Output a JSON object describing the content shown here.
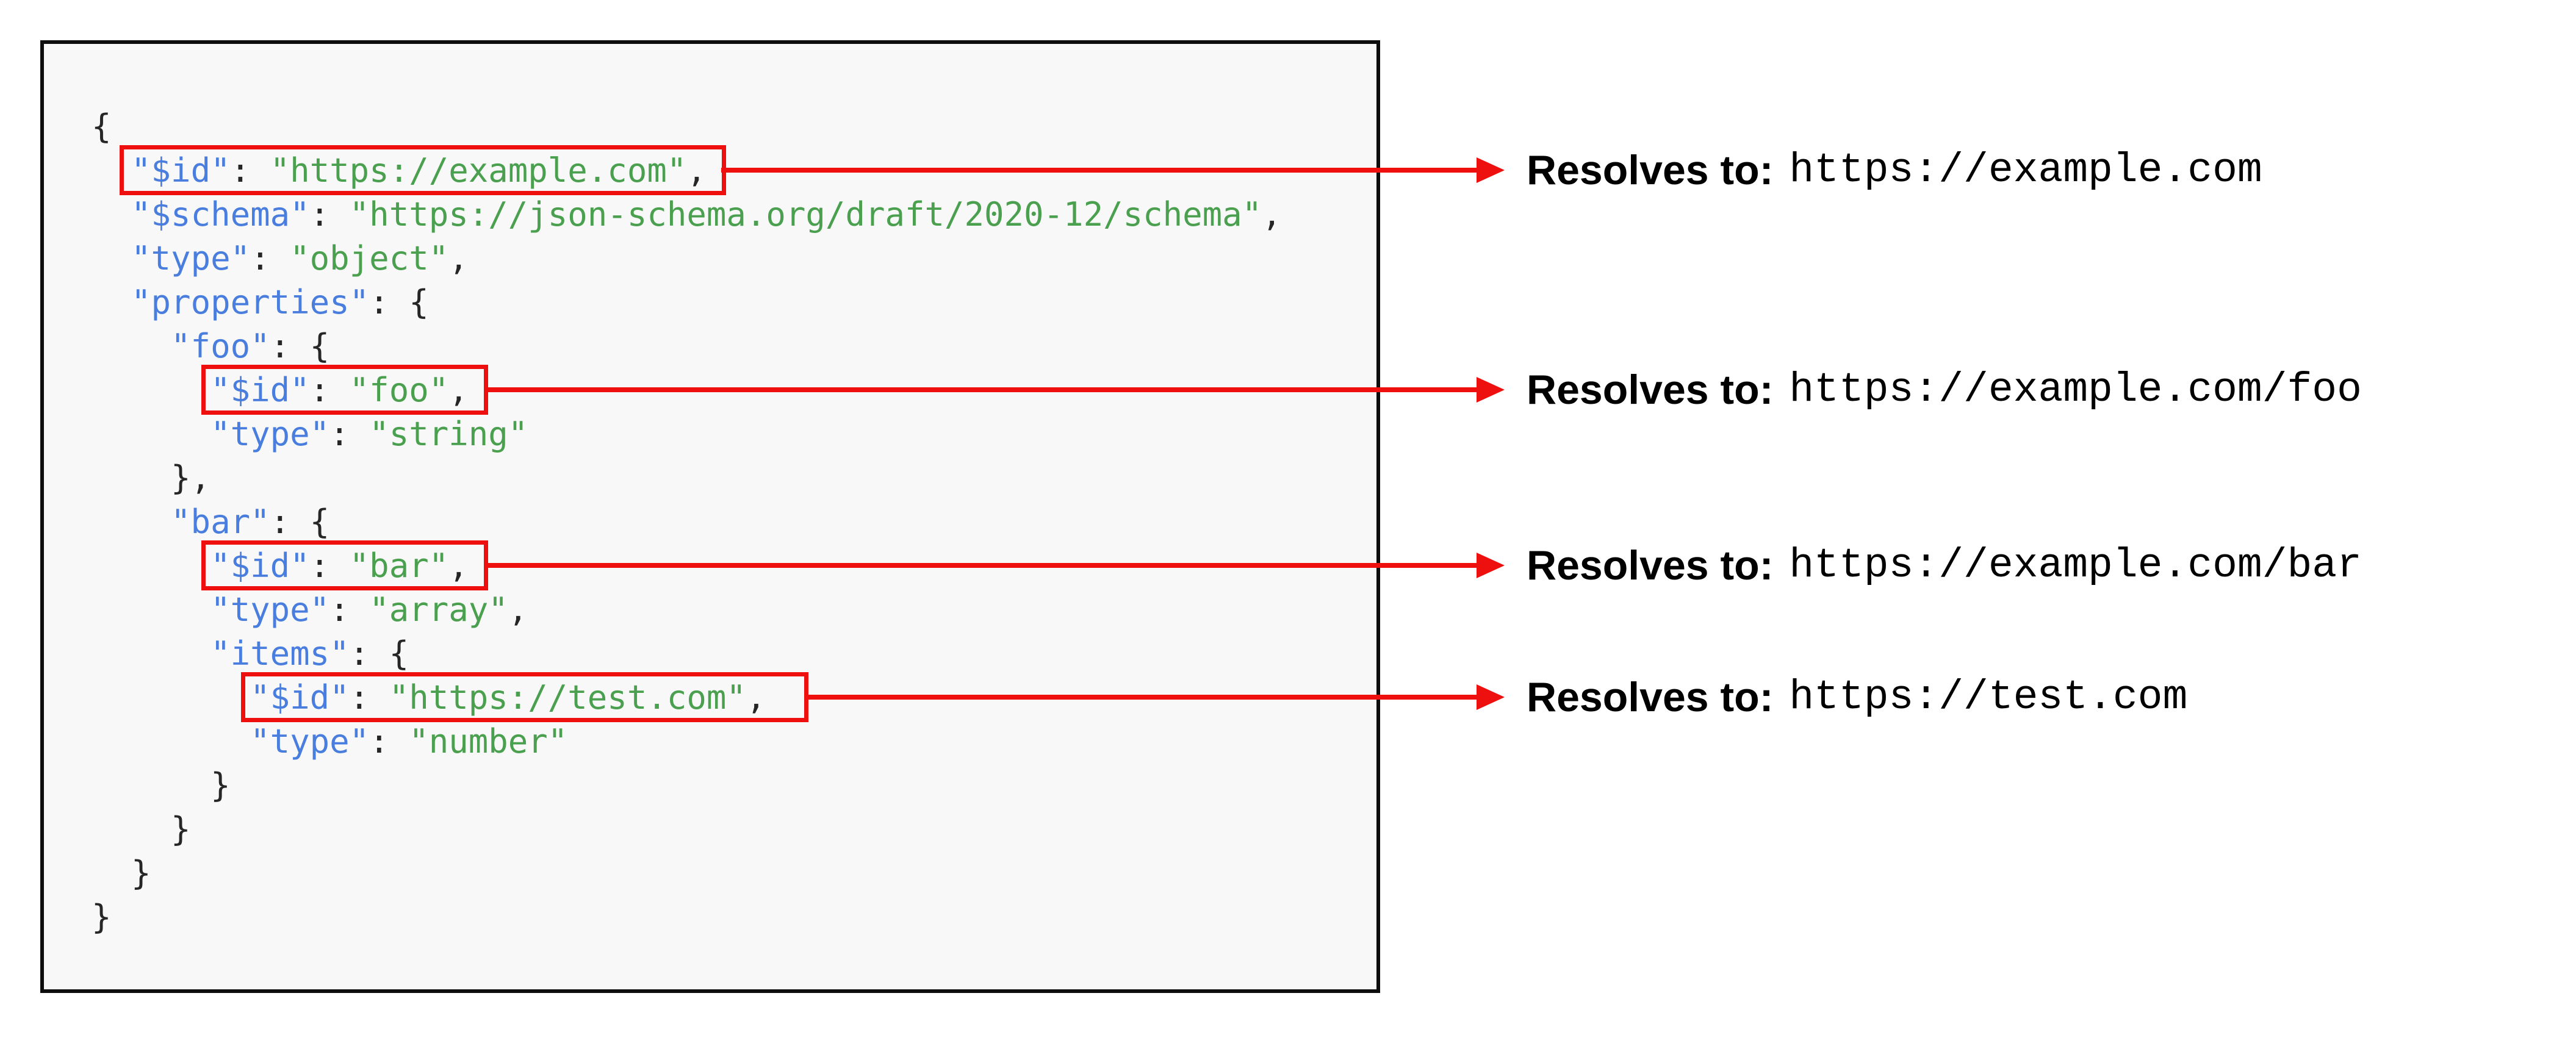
{
  "code_panel": {
    "language": "json",
    "lines": [
      [
        [
          "p",
          "{"
        ]
      ],
      [
        [
          "p",
          "  "
        ],
        [
          "k",
          "\"$id\""
        ],
        [
          "p",
          ": "
        ],
        [
          "s",
          "\"https://example.com\""
        ],
        [
          "p",
          ","
        ]
      ],
      [
        [
          "p",
          "  "
        ],
        [
          "k",
          "\"$schema\""
        ],
        [
          "p",
          ": "
        ],
        [
          "s",
          "\"https://json-schema.org/draft/2020-12/schema\""
        ],
        [
          "p",
          ","
        ]
      ],
      [
        [
          "p",
          "  "
        ],
        [
          "k",
          "\"type\""
        ],
        [
          "p",
          ": "
        ],
        [
          "s",
          "\"object\""
        ],
        [
          "p",
          ","
        ]
      ],
      [
        [
          "p",
          "  "
        ],
        [
          "k",
          "\"properties\""
        ],
        [
          "p",
          ": {"
        ]
      ],
      [
        [
          "p",
          "    "
        ],
        [
          "k",
          "\"foo\""
        ],
        [
          "p",
          ": {"
        ]
      ],
      [
        [
          "p",
          "      "
        ],
        [
          "k",
          "\"$id\""
        ],
        [
          "p",
          ": "
        ],
        [
          "s",
          "\"foo\""
        ],
        [
          "p",
          ","
        ]
      ],
      [
        [
          "p",
          "      "
        ],
        [
          "k",
          "\"type\""
        ],
        [
          "p",
          ": "
        ],
        [
          "s",
          "\"string\""
        ]
      ],
      [
        [
          "p",
          "    },"
        ]
      ],
      [
        [
          "p",
          "    "
        ],
        [
          "k",
          "\"bar\""
        ],
        [
          "p",
          ": {"
        ]
      ],
      [
        [
          "p",
          "      "
        ],
        [
          "k",
          "\"$id\""
        ],
        [
          "p",
          ": "
        ],
        [
          "s",
          "\"bar\""
        ],
        [
          "p",
          ","
        ]
      ],
      [
        [
          "p",
          "      "
        ],
        [
          "k",
          "\"type\""
        ],
        [
          "p",
          ": "
        ],
        [
          "s",
          "\"array\""
        ],
        [
          "p",
          ","
        ]
      ],
      [
        [
          "p",
          "      "
        ],
        [
          "k",
          "\"items\""
        ],
        [
          "p",
          ": {"
        ]
      ],
      [
        [
          "p",
          "        "
        ],
        [
          "k",
          "\"$id\""
        ],
        [
          "p",
          ": "
        ],
        [
          "s",
          "\"https://test.com\""
        ],
        [
          "p",
          ","
        ]
      ],
      [
        [
          "p",
          "        "
        ],
        [
          "k",
          "\"type\""
        ],
        [
          "p",
          ": "
        ],
        [
          "s",
          "\"number\""
        ]
      ],
      [
        [
          "p",
          "      }"
        ]
      ],
      [
        [
          "p",
          "    }"
        ]
      ],
      [
        [
          "p",
          "  }"
        ]
      ],
      [
        [
          "p",
          "}"
        ]
      ]
    ]
  },
  "annotations": [
    {
      "label": "Resolves to:",
      "value": "https://example.com"
    },
    {
      "label": "Resolves to:",
      "value": "https://example.com/foo"
    },
    {
      "label": "Resolves to:",
      "value": "https://example.com/bar"
    },
    {
      "label": "Resolves to:",
      "value": "https://test.com"
    }
  ],
  "colors": {
    "key": "#4a7ede",
    "string": "#4aa04f",
    "punctuation": "#262626",
    "highlight_red": "#ee0f0f",
    "panel_bg": "#f8f8f9",
    "panel_border": "#0d0d0d",
    "annotation_text": "#000000"
  }
}
